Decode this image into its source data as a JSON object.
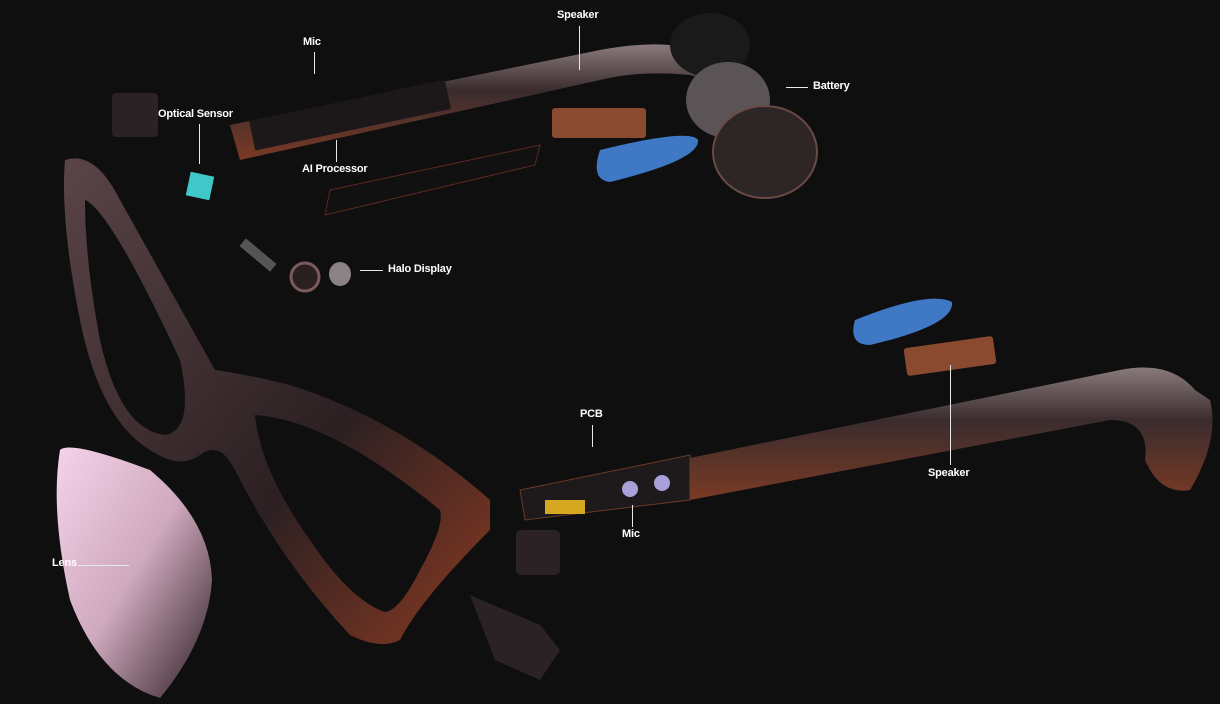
{
  "labels": {
    "speaker_top": "Speaker",
    "mic_top": "Mic",
    "battery": "Battery",
    "optical_sensor": "Optical Sensor",
    "ai_processor": "AI Processor",
    "halo_display": "Halo Display",
    "pcb": "PCB",
    "speaker_right": "Speaker",
    "mic_bottom": "Mic",
    "lens": "Lens"
  },
  "colors": {
    "background": "#0f0f0f",
    "frame": "#3a2a2c",
    "pad": "#3f78c4",
    "speaker": "#8a4a30",
    "lens": "#f2c6df"
  }
}
